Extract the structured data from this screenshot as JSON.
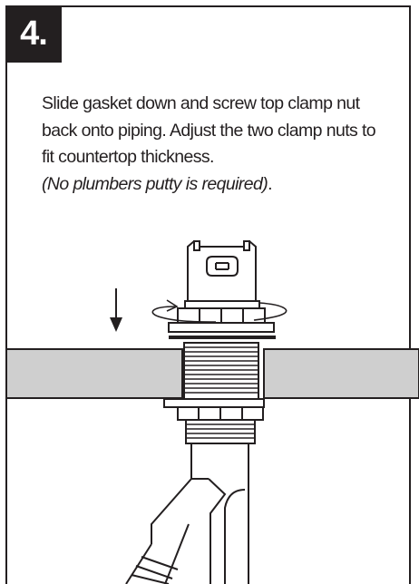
{
  "step": {
    "number": "4."
  },
  "instructions": {
    "text": "Slide gasket down and screw top clamp nut back onto piping. Adjust the two clamp nuts to fit countertop thickness.",
    "note": "(No plumbers putty is required)",
    "note_suffix": "."
  },
  "colors": {
    "ink": "#231f20",
    "countertop": "#cfcfcf",
    "background": "#ffffff"
  },
  "icons": [
    "down-arrow-icon",
    "rotation-arrow-icon"
  ]
}
